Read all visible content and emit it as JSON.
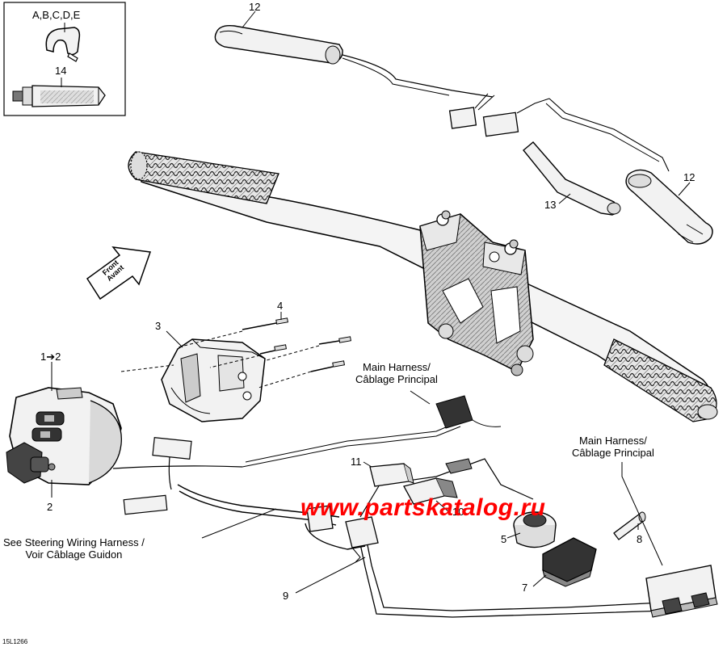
{
  "callouts": {
    "abcde": "A,B,C,D,E",
    "n14": "14",
    "n12_top": "12",
    "n12_right": "12",
    "n13": "13",
    "n4": "4",
    "n3": "3",
    "n1_2": "1➔2",
    "n2": "2",
    "n11": "11",
    "n10": "10",
    "n5": "5",
    "n8": "8",
    "n7": "7",
    "n9": "9"
  },
  "notes": {
    "main_harness_1": {
      "line1": "Main Harness/",
      "line2": "Câblage Principal"
    },
    "main_harness_2": {
      "line1": "Main Harness/",
      "line2": "Câblage Principal"
    },
    "steering_harness": {
      "line1": "See Steering Wiring Harness /",
      "line2": "Voir Câblage Guidon"
    }
  },
  "front_arrow": {
    "line1": "Front",
    "line2": "Avant"
  },
  "watermark": "www.partskatalog.ru",
  "figure_code": "15L1266",
  "colors": {
    "ink": "#000000",
    "part_fill": "#f2f2f2",
    "shade": "#bdbdbd",
    "watermark": "#ff0000"
  }
}
